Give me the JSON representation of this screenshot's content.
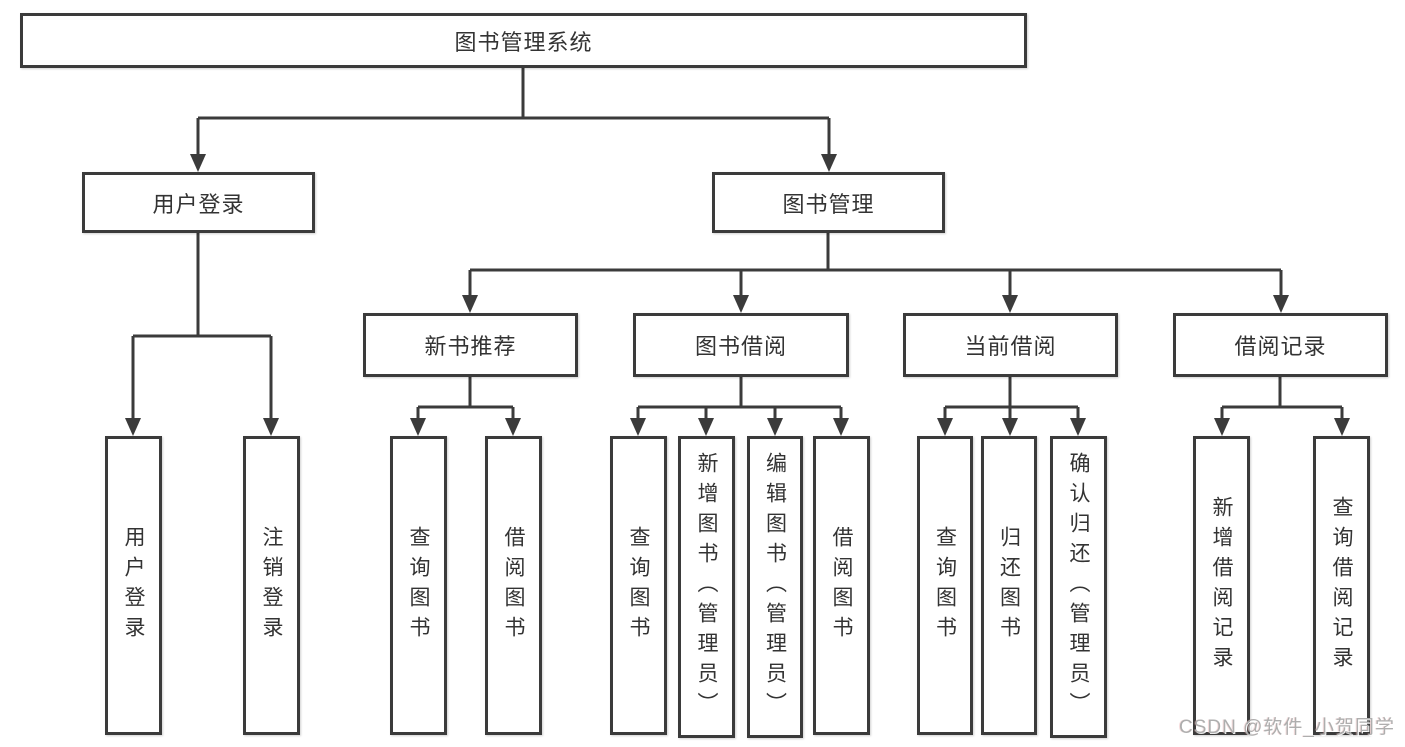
{
  "diagram": {
    "root": {
      "label": "图书管理系统"
    },
    "level2": [
      {
        "label": "用户登录"
      },
      {
        "label": "图书管理"
      }
    ],
    "level3": [
      {
        "label": "新书推荐"
      },
      {
        "label": "图书借阅"
      },
      {
        "label": "当前借阅"
      },
      {
        "label": "借阅记录"
      }
    ],
    "leaves": [
      {
        "label": "用户登录",
        "parent": "用户登录"
      },
      {
        "label": "注销登录",
        "parent": "用户登录"
      },
      {
        "label": "查询图书",
        "parent": "新书推荐"
      },
      {
        "label": "借阅图书",
        "parent": "新书推荐"
      },
      {
        "label": "查询图书",
        "parent": "图书借阅"
      },
      {
        "label": "新增图书（管理员）",
        "parent": "图书借阅"
      },
      {
        "label": "编辑图书（管理员）",
        "parent": "图书借阅"
      },
      {
        "label": "借阅图书",
        "parent": "图书借阅"
      },
      {
        "label": "查询图书",
        "parent": "当前借阅"
      },
      {
        "label": "归还图书",
        "parent": "当前借阅"
      },
      {
        "label": "确认归还（管理员）",
        "parent": "当前借阅"
      },
      {
        "label": "新增借阅记录",
        "parent": "借阅记录"
      },
      {
        "label": "查询借阅记录",
        "parent": "借阅记录"
      }
    ]
  },
  "watermark": {
    "text": "CSDN @软件_小贺同学"
  },
  "colors": {
    "line": "#3b3b3b",
    "text": "#333333",
    "background": "#ffffff",
    "watermark": "#aeaeae"
  }
}
